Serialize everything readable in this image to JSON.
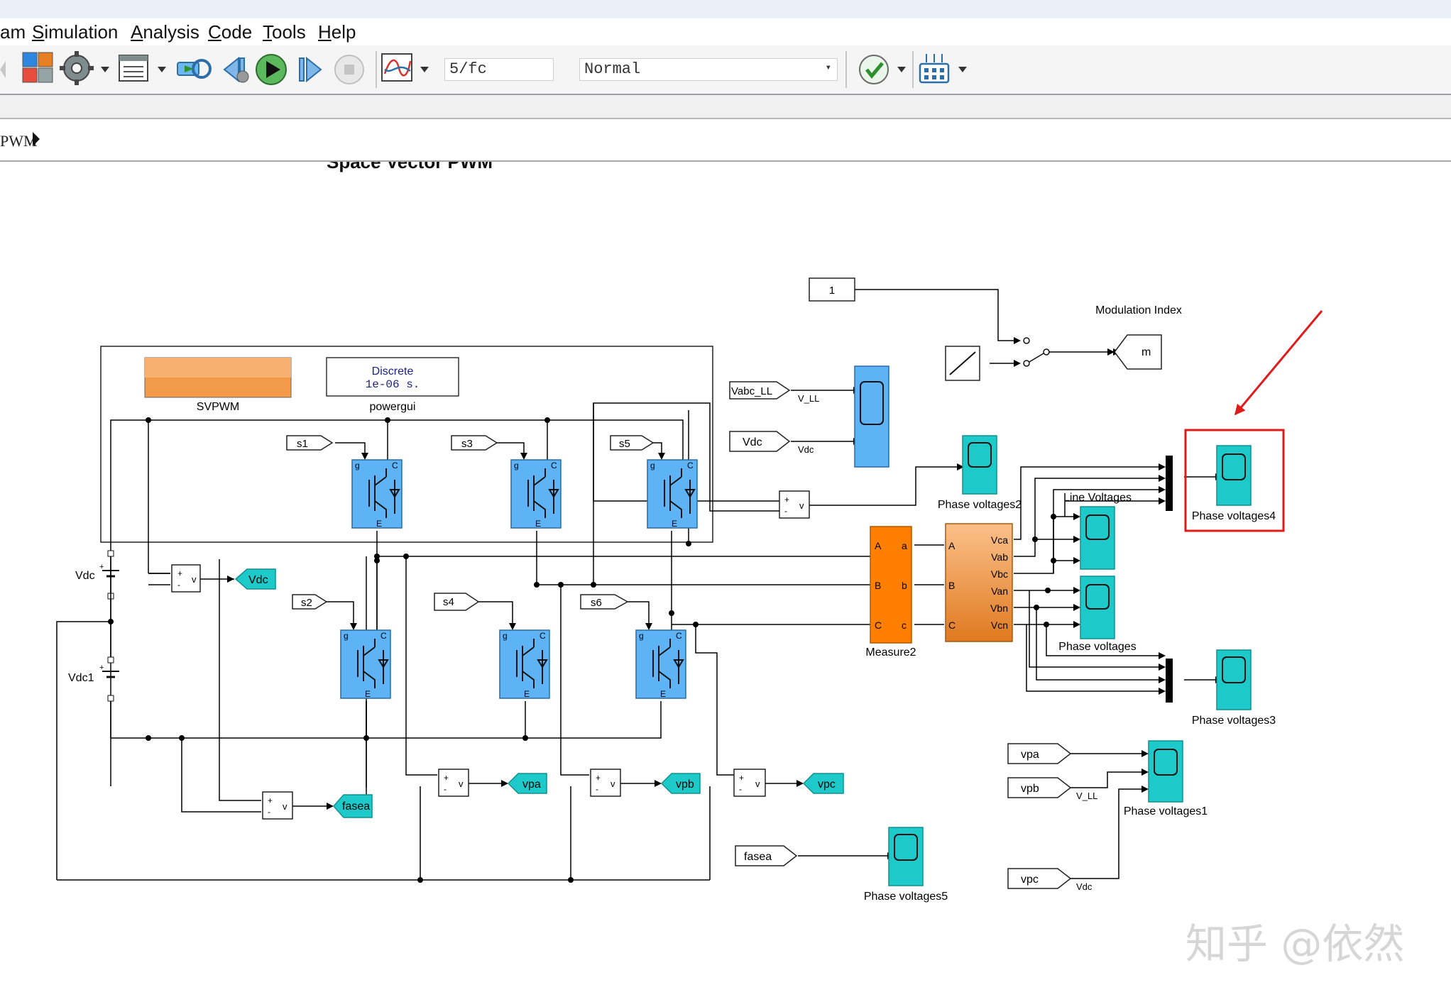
{
  "menu": {
    "partial": "am",
    "items": [
      {
        "first": "S",
        "rest": "imulation"
      },
      {
        "first": "A",
        "rest": "nalysis"
      },
      {
        "first": "C",
        "rest": "ode"
      },
      {
        "first": "T",
        "rest": "ools"
      },
      {
        "first": "H",
        "rest": "elp"
      }
    ]
  },
  "toolbar": {
    "stop_time": "5/fc",
    "sim_mode": "Normal"
  },
  "breadcrumb": {
    "path": "PWM"
  },
  "model": {
    "title": "Space Vector PWM",
    "svpwm_label": "SVPWM",
    "powergui_line1": "Discrete",
    "powergui_line2": "1e-06 s.",
    "powergui_label": "powergui",
    "constant_value": "1",
    "modulation_label": "Modulation Index",
    "m_tag": "m",
    "vabc_tag": "Vabc_LL",
    "vdc_from": "Vdc",
    "vll_in": "V_LL",
    "vdc_in": "Vdc",
    "s1": "s1",
    "s2": "s2",
    "s3": "s3",
    "s4": "s4",
    "s5": "s5",
    "s6": "s6",
    "vdc_source": "Vdc",
    "vdc1_source": "Vdc1",
    "vdc_goto": "Vdc",
    "fasea_goto": "fasea",
    "vpa_goto": "vpa",
    "vpb_goto": "vpb",
    "vpc_goto": "vpc",
    "phase_voltages": "Phase voltages",
    "phase_voltages1": "Phase voltages1",
    "phase_voltages2": "Phase voltages2",
    "phase_voltages3": "Phase voltages3",
    "phase_voltages4": "Phase voltages4",
    "phase_voltages5": "Phase voltages5",
    "line_voltages": "Line Voltages",
    "measure_label": "Measure2",
    "meas_in": [
      "A",
      "B",
      "C"
    ],
    "meas_out": [
      "a",
      "b",
      "c"
    ],
    "calc_in": [
      "A",
      "B",
      "C"
    ],
    "calc_out": [
      "Vca",
      "Vab",
      "Vbc",
      "Van",
      "Vbn",
      "Vcn"
    ],
    "vpa_from": "vpa",
    "vpb_from": "vpb",
    "vpc_from": "vpc",
    "vll_in2": "V_LL",
    "vdc_in2": "Vdc",
    "fasea_from": "fasea",
    "sum_v": "v",
    "plus": "+",
    "minus": "-",
    "igbt_g": "g",
    "igbt_c": "C",
    "igbt_e": "E"
  },
  "watermark": "知乎 @依然",
  "colors": {
    "scope_cyan": "#1ec9c9",
    "scope_blue": "#5eb3f5",
    "igbt_blue": "#5eb3f5",
    "measure_orange": "#ff8000",
    "calc_orange": "#f7a65c",
    "highlight_red": "#e01b1b"
  }
}
